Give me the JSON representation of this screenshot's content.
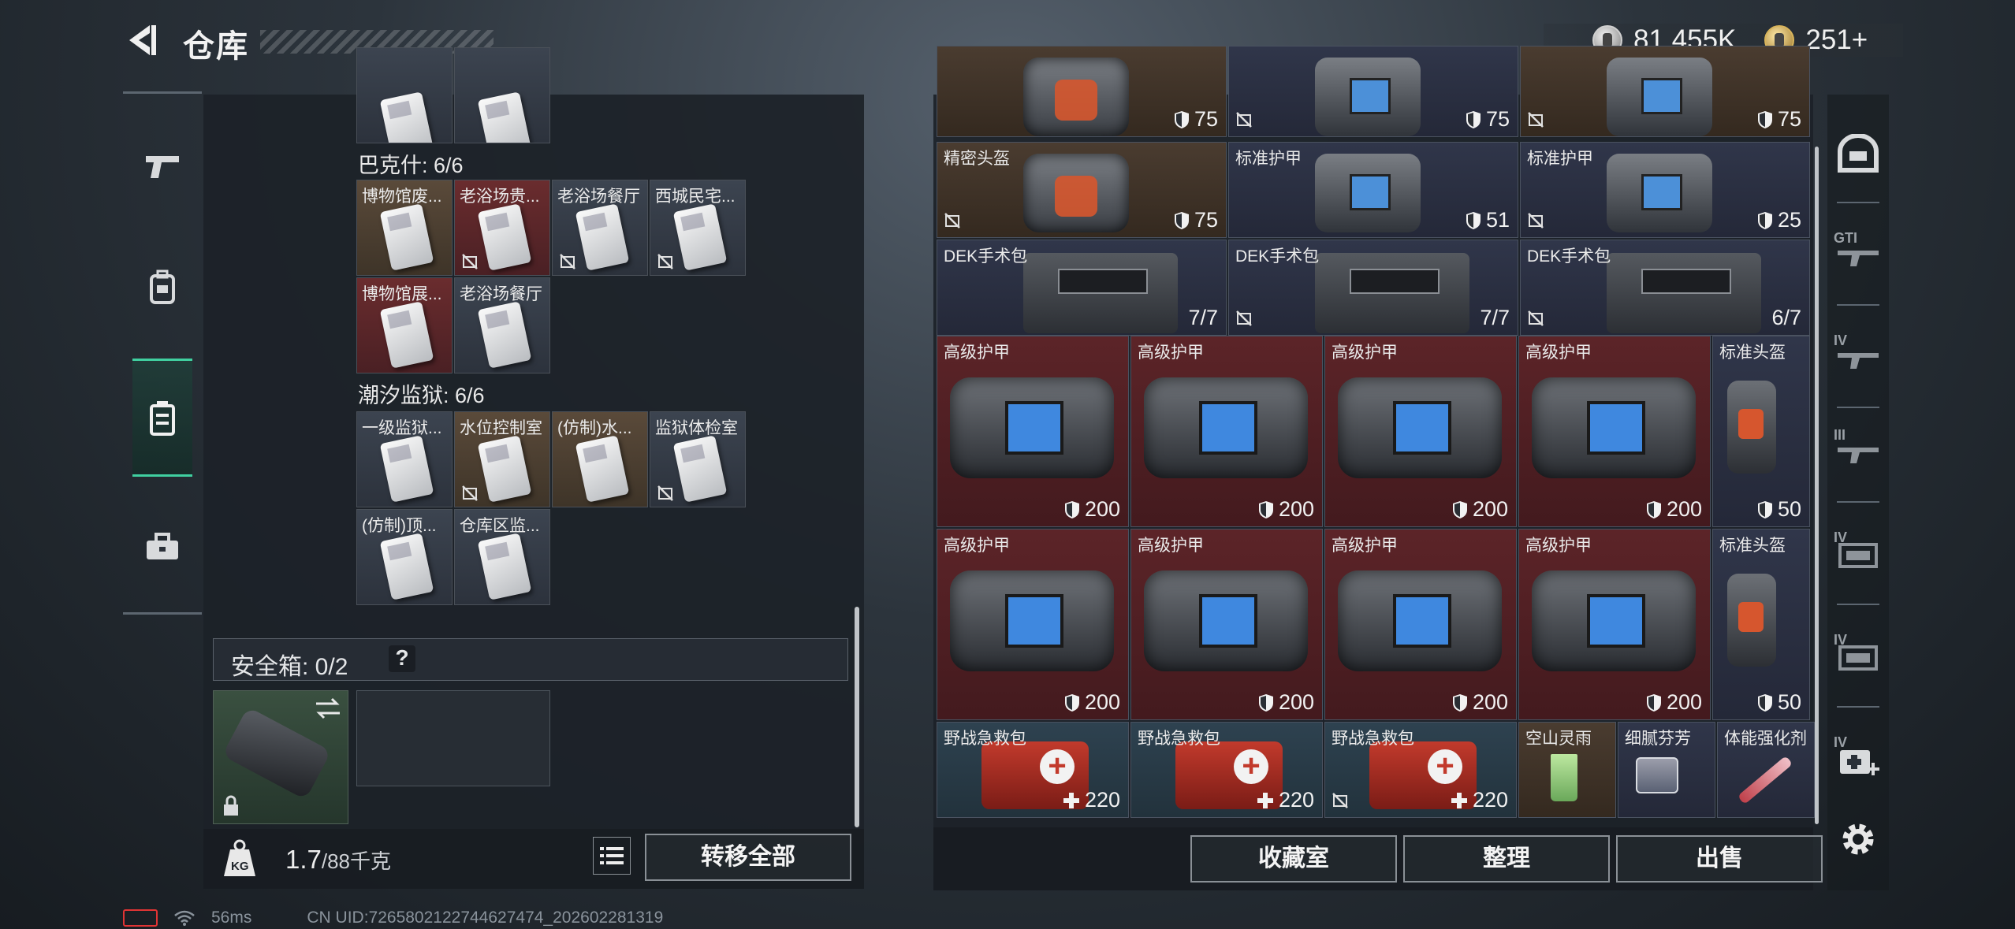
{
  "header": {
    "title": "仓库",
    "currency_silver": "81,455K",
    "currency_gold": "251+"
  },
  "left_nav": {
    "items": [
      {
        "icon": "pistol-icon"
      },
      {
        "icon": "backpack-icon"
      },
      {
        "icon": "keycard-case-icon",
        "active": true
      },
      {
        "icon": "toolbox-icon"
      }
    ]
  },
  "keycard_groups": [
    {
      "label": "巴克什: 6/6",
      "cards": [
        {
          "name": "博物馆废...",
          "bg": "brown"
        },
        {
          "name": "老浴场贵...",
          "bg": "red"
        },
        {
          "name": "老浴场餐厅",
          "bg": "gray"
        },
        {
          "name": "西城民宅...",
          "bg": "gray"
        },
        {
          "name": "博物馆展...",
          "bg": "red"
        },
        {
          "name": "老浴场餐厅",
          "bg": "gray"
        }
      ]
    },
    {
      "label": "潮汐监狱: 6/6",
      "cards": [
        {
          "name": "一级监狱...",
          "bg": "gray"
        },
        {
          "name": "水位控制室",
          "bg": "brown"
        },
        {
          "name": "(仿制)水...",
          "bg": "brown"
        },
        {
          "name": "监狱体检室",
          "bg": "gray"
        },
        {
          "name": "(仿制)顶...",
          "bg": "gray"
        },
        {
          "name": "仓库区监...",
          "bg": "gray"
        }
      ]
    }
  ],
  "safe_box": {
    "label": "安全箱: 0/2",
    "help": "?"
  },
  "left_footer": {
    "weight_value": "1.7",
    "weight_unit": "/88千克",
    "transfer_all": "转移全部"
  },
  "stash_rows": [
    [
      {
        "name": "",
        "value": "75",
        "type": "shield",
        "art": "helmet-big",
        "bg": "brown"
      },
      {
        "name": "",
        "value": "75",
        "type": "shield",
        "art": "vest-small",
        "bg": "navy"
      },
      {
        "name": "",
        "value": "75",
        "type": "shield",
        "art": "vest-small",
        "bg": "brown"
      }
    ],
    [
      {
        "name": "精密头盔",
        "value": "75",
        "type": "shield",
        "art": "helmet-big",
        "bg": "brown"
      },
      {
        "name": "标准护甲",
        "value": "51",
        "type": "shield",
        "art": "vest-small",
        "bg": "navy"
      },
      {
        "name": "标准护甲",
        "value": "25",
        "type": "shield",
        "art": "vest-small",
        "bg": "navy"
      }
    ],
    [
      {
        "name": "DEK手术包",
        "value": "7/7",
        "type": "count",
        "art": "medkit-case",
        "bg": "navy"
      },
      {
        "name": "DEK手术包",
        "value": "7/7",
        "type": "count",
        "art": "medkit-case",
        "bg": "navy"
      },
      {
        "name": "DEK手术包",
        "value": "6/7",
        "type": "count",
        "art": "medkit-case",
        "bg": "navy"
      }
    ],
    [
      {
        "name": "高级护甲",
        "value": "200",
        "type": "shield",
        "art": "vest-large",
        "bg": "red"
      },
      {
        "name": "高级护甲",
        "value": "200",
        "type": "shield",
        "art": "vest-large",
        "bg": "red"
      },
      {
        "name": "高级护甲",
        "value": "200",
        "type": "shield",
        "art": "vest-large",
        "bg": "red"
      },
      {
        "name": "高级护甲",
        "value": "200",
        "type": "shield",
        "art": "vest-large",
        "bg": "red"
      },
      {
        "name": "标准头盔",
        "value": "50",
        "type": "shield",
        "art": "helmet-tall",
        "bg": "navy"
      }
    ],
    [
      {
        "name": "高级护甲",
        "value": "200",
        "type": "shield",
        "art": "vest-large",
        "bg": "red"
      },
      {
        "name": "高级护甲",
        "value": "200",
        "type": "shield",
        "art": "vest-large",
        "bg": "red"
      },
      {
        "name": "高级护甲",
        "value": "200",
        "type": "shield",
        "art": "vest-large",
        "bg": "red"
      },
      {
        "name": "高级护甲",
        "value": "200",
        "type": "shield",
        "art": "vest-large",
        "bg": "red"
      },
      {
        "name": "标准头盔",
        "value": "50",
        "type": "shield",
        "art": "helmet-tall",
        "bg": "navy"
      }
    ],
    [
      {
        "name": "野战急救包",
        "value": "220",
        "type": "heal",
        "art": "red-kit",
        "bg": "teal"
      },
      {
        "name": "野战急救包",
        "value": "220",
        "type": "heal",
        "art": "red-kit",
        "bg": "teal"
      },
      {
        "name": "野战急救包",
        "value": "220",
        "type": "heal",
        "art": "red-kit",
        "bg": "teal"
      },
      {
        "name": "空山灵雨",
        "value": "",
        "type": "none",
        "art": "drink",
        "bg": "brown"
      },
      {
        "name": "细腻芬芳",
        "value": "",
        "type": "none",
        "art": "glass",
        "bg": "navy"
      },
      {
        "name": "体能强化剂",
        "value": "",
        "type": "none",
        "art": "injector",
        "bg": "navy"
      }
    ]
  ],
  "right_footer": {
    "collection_room": "收藏室",
    "sort": "整理",
    "sell": "出售"
  },
  "right_rail": {
    "items": [
      {
        "icon": "helmet-slot-icon",
        "tier": ""
      },
      {
        "icon": "gti-rifle-icon",
        "tier": "GTI"
      },
      {
        "icon": "rifle-iv-icon",
        "tier": "IV"
      },
      {
        "icon": "rifle-iii-icon",
        "tier": "III"
      },
      {
        "icon": "container-iv-icon",
        "tier": "IV"
      },
      {
        "icon": "container-iv-b-icon",
        "tier": "IV"
      },
      {
        "icon": "medkit-iv-icon",
        "tier": "IV"
      }
    ]
  },
  "status_bar": {
    "ping": "56ms",
    "uid": "CN UID:7265802122744627474_202602281319"
  },
  "colors": {
    "accent": "#40d0a0",
    "red_rarity": "#5c2428",
    "brown_rarity": "#4a3c30",
    "navy_rarity": "#30364a",
    "battery": "#e03434"
  }
}
